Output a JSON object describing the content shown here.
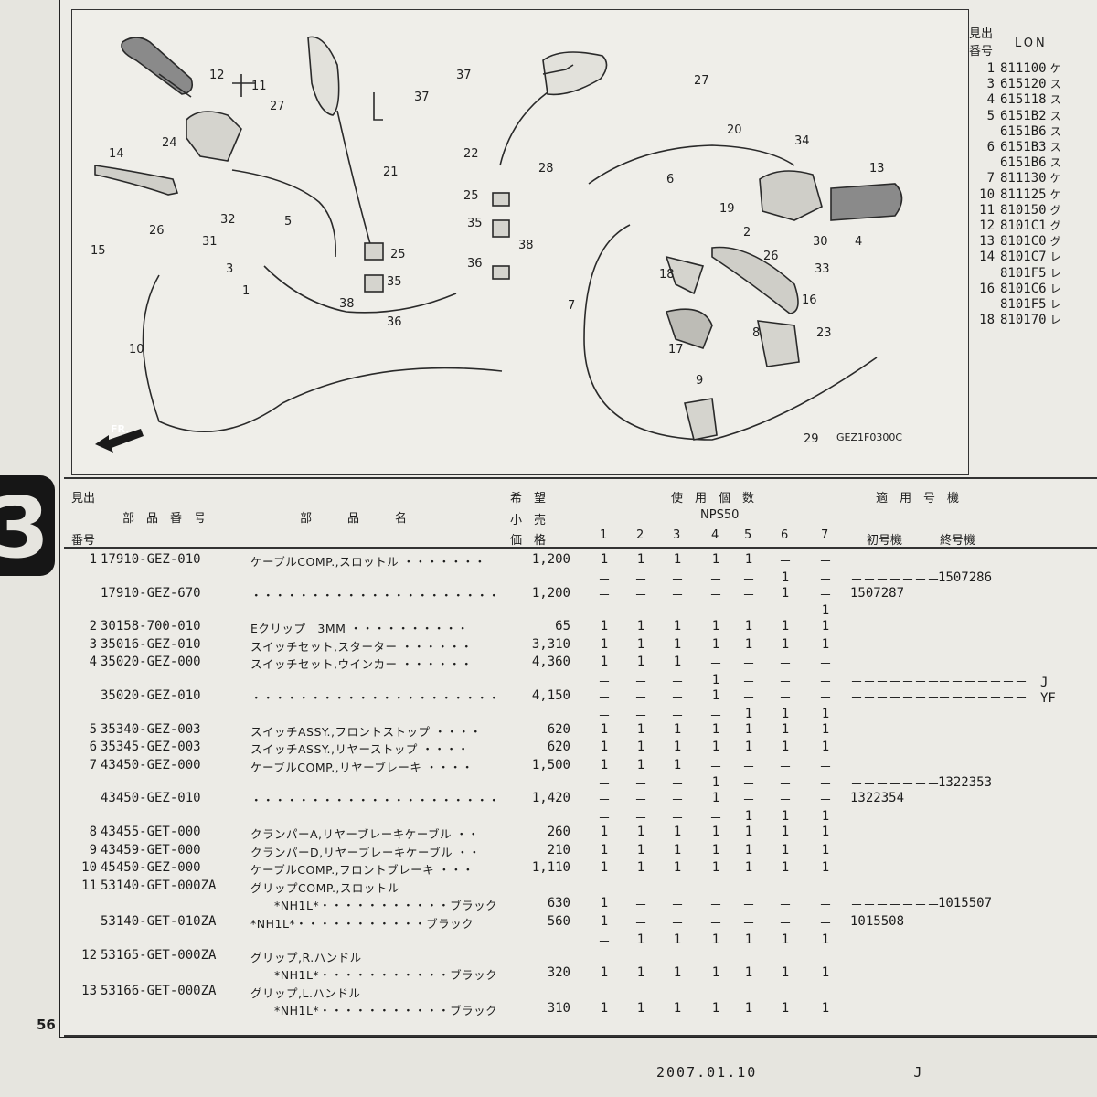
{
  "page": {
    "number": "56",
    "date": "2007.01.10",
    "date_suffix": "J",
    "tab": "3",
    "figure_code": "GEZ1F0300C",
    "front_marker": "FR."
  },
  "callouts": [
    "12",
    "11",
    "27",
    "37",
    "37",
    "27",
    "21",
    "24",
    "14",
    "22",
    "6",
    "13",
    "20",
    "34",
    "28",
    "25",
    "19",
    "2",
    "30",
    "4",
    "33",
    "26",
    "26",
    "35",
    "38",
    "36",
    "32",
    "31",
    "5",
    "3",
    "15",
    "1",
    "25",
    "35",
    "38",
    "36",
    "10",
    "7",
    "18",
    "16",
    "17",
    "8",
    "23",
    "9",
    "29"
  ],
  "side_panel": {
    "head_line1": "見出",
    "head_line2": "番号",
    "col": "LON",
    "rows": [
      {
        "n": "1",
        "code": "811100",
        "k": "ケ"
      },
      {
        "n": "3",
        "code": "615120",
        "k": "ス"
      },
      {
        "n": "4",
        "code": "615118",
        "k": "ス"
      },
      {
        "n": "5",
        "code": "6151B2",
        "k": "ス"
      },
      {
        "n": "",
        "code": "6151B6",
        "k": "ス"
      },
      {
        "n": "6",
        "code": "6151B3",
        "k": "ス"
      },
      {
        "n": "",
        "code": "6151B6",
        "k": "ス"
      },
      {
        "n": "7",
        "code": "811130",
        "k": "ケ"
      },
      {
        "n": "10",
        "code": "811125",
        "k": "ケ"
      },
      {
        "n": "11",
        "code": "810150",
        "k": "グ"
      },
      {
        "n": "12",
        "code": "8101C1",
        "k": "グ"
      },
      {
        "n": "13",
        "code": "8101C0",
        "k": "グ"
      },
      {
        "n": "14",
        "code": "8101C7",
        "k": "レ"
      },
      {
        "n": "",
        "code": "8101F5",
        "k": "レ"
      },
      {
        "n": "16",
        "code": "8101C6",
        "k": "レ"
      },
      {
        "n": "",
        "code": "8101F5",
        "k": "レ"
      },
      {
        "n": "18",
        "code": "810170",
        "k": "レ"
      }
    ]
  },
  "table_header": {
    "midashi": "見出",
    "bango": "番号",
    "part_no": "部　品　番　号",
    "part_name": "部　　　品　　　名",
    "kibou": "希　望",
    "kouri": "小　売",
    "kakaku": "価　格",
    "usage": "使　用　個　数",
    "model": "NPS50",
    "qty_cols": [
      "1",
      "2",
      "3",
      "4",
      "5",
      "6",
      "7"
    ],
    "applicable": "適　用　号　機",
    "first": "初号機",
    "last": "終号機"
  },
  "rows": [
    {
      "num": "1",
      "part": "17910-GEZ-010",
      "name": "ケーブルCOMP.,スロットル ・・・・・・・",
      "price": "1,200",
      "q": [
        "1",
        "1",
        "1",
        "1",
        "1",
        "－",
        "－"
      ]
    },
    {
      "num": "",
      "part": "",
      "name": "",
      "price": "",
      "q": [
        "－",
        "－",
        "－",
        "－",
        "－",
        "1",
        "－"
      ],
      "first": "－－－－－－－",
      "last": "1507286"
    },
    {
      "num": "",
      "part": "17910-GEZ-670",
      "name": "・・・・・・・・・・・・・・・・・・・・・",
      "price": "1,200",
      "q": [
        "－",
        "－",
        "－",
        "－",
        "－",
        "1",
        "－"
      ],
      "first": "1507287",
      "last": ""
    },
    {
      "num": "",
      "part": "",
      "name": "",
      "price": "",
      "q": [
        "－",
        "－",
        "－",
        "－",
        "－",
        "－",
        "1"
      ]
    },
    {
      "num": "2",
      "part": "30158-700-010",
      "name": "Eクリップ　3MM ・・・・・・・・・・",
      "price": "65",
      "q": [
        "1",
        "1",
        "1",
        "1",
        "1",
        "1",
        "1"
      ]
    },
    {
      "num": "3",
      "part": "35016-GEZ-010",
      "name": "スイッチセット,スターター ・・・・・・",
      "price": "3,310",
      "q": [
        "1",
        "1",
        "1",
        "1",
        "1",
        "1",
        "1"
      ]
    },
    {
      "num": "4",
      "part": "35020-GEZ-000",
      "name": "スイッチセット,ウインカー ・・・・・・",
      "price": "4,360",
      "q": [
        "1",
        "1",
        "1",
        "－",
        "－",
        "－",
        "－"
      ]
    },
    {
      "num": "",
      "part": "",
      "name": "",
      "price": "",
      "q": [
        "－",
        "－",
        "－",
        "1",
        "－",
        "－",
        "－"
      ],
      "first": "－－－－－－－",
      "last": "－－－－－－－　J"
    },
    {
      "num": "",
      "part": "35020-GEZ-010",
      "name": "・・・・・・・・・・・・・・・・・・・・・",
      "price": "4,150",
      "q": [
        "－",
        "－",
        "－",
        "1",
        "－",
        "－",
        "－"
      ],
      "first": "－－－－－－－",
      "last": "－－－－－－－　YF"
    },
    {
      "num": "",
      "part": "",
      "name": "",
      "price": "",
      "q": [
        "－",
        "－",
        "－",
        "－",
        "1",
        "1",
        "1"
      ]
    },
    {
      "num": "5",
      "part": "35340-GEZ-003",
      "name": "スイッチASSY.,フロントストップ ・・・・",
      "price": "620",
      "q": [
        "1",
        "1",
        "1",
        "1",
        "1",
        "1",
        "1"
      ]
    },
    {
      "num": "6",
      "part": "35345-GEZ-003",
      "name": "スイッチASSY.,リヤーストップ ・・・・",
      "price": "620",
      "q": [
        "1",
        "1",
        "1",
        "1",
        "1",
        "1",
        "1"
      ]
    },
    {
      "num": "7",
      "part": "43450-GEZ-000",
      "name": "ケーブルCOMP.,リヤーブレーキ ・・・・",
      "price": "1,500",
      "q": [
        "1",
        "1",
        "1",
        "－",
        "－",
        "－",
        "－"
      ]
    },
    {
      "num": "",
      "part": "",
      "name": "",
      "price": "",
      "q": [
        "－",
        "－",
        "－",
        "1",
        "－",
        "－",
        "－"
      ],
      "first": "－－－－－－－",
      "last": "1322353"
    },
    {
      "num": "",
      "part": "43450-GEZ-010",
      "name": "・・・・・・・・・・・・・・・・・・・・・",
      "price": "1,420",
      "q": [
        "－",
        "－",
        "－",
        "1",
        "－",
        "－",
        "－"
      ],
      "first": "1322354",
      "last": ""
    },
    {
      "num": "",
      "part": "",
      "name": "",
      "price": "",
      "q": [
        "－",
        "－",
        "－",
        "－",
        "1",
        "1",
        "1"
      ]
    },
    {
      "num": "8",
      "part": "43455-GET-000",
      "name": "クランパーA,リヤーブレーキケーブル ・・",
      "price": "260",
      "q": [
        "1",
        "1",
        "1",
        "1",
        "1",
        "1",
        "1"
      ]
    },
    {
      "num": "9",
      "part": "43459-GET-000",
      "name": "クランパーD,リヤーブレーキケーブル ・・",
      "price": "210",
      "q": [
        "1",
        "1",
        "1",
        "1",
        "1",
        "1",
        "1"
      ]
    },
    {
      "num": "10",
      "part": "45450-GEZ-000",
      "name": "ケーブルCOMP.,フロントブレーキ ・・・",
      "price": "1,110",
      "q": [
        "1",
        "1",
        "1",
        "1",
        "1",
        "1",
        "1"
      ]
    },
    {
      "num": "11",
      "part": "53140-GET-000ZA",
      "name": "グリップCOMP.,スロットル",
      "price": "",
      "q": [
        "",
        "",
        "",
        "",
        "",
        "",
        ""
      ]
    },
    {
      "num": "",
      "part": "",
      "name": "　　*NH1L*・・・・・・・・・・・ブラック",
      "price": "630",
      "q": [
        "1",
        "－",
        "－",
        "－",
        "－",
        "－",
        "－"
      ],
      "first": "－－－－－－－",
      "last": "1015507"
    },
    {
      "num": "",
      "part": "53140-GET-010ZA",
      "name": "*NH1L*・・・・・・・・・・・ブラック",
      "price": "560",
      "q": [
        "1",
        "－",
        "－",
        "－",
        "－",
        "－",
        "－"
      ],
      "first": "1015508",
      "last": ""
    },
    {
      "num": "",
      "part": "",
      "name": "",
      "price": "",
      "q": [
        "－",
        "1",
        "1",
        "1",
        "1",
        "1",
        "1"
      ]
    },
    {
      "num": "12",
      "part": "53165-GET-000ZA",
      "name": "グリップ,R.ハンドル",
      "price": "",
      "q": [
        "",
        "",
        "",
        "",
        "",
        "",
        ""
      ]
    },
    {
      "num": "",
      "part": "",
      "name": "　　*NH1L*・・・・・・・・・・・ブラック",
      "price": "320",
      "q": [
        "1",
        "1",
        "1",
        "1",
        "1",
        "1",
        "1"
      ]
    },
    {
      "num": "13",
      "part": "53166-GET-000ZA",
      "name": "グリップ,L.ハンドル",
      "price": "",
      "q": [
        "",
        "",
        "",
        "",
        "",
        "",
        ""
      ]
    },
    {
      "num": "",
      "part": "",
      "name": "　　*NH1L*・・・・・・・・・・・ブラック",
      "price": "310",
      "q": [
        "1",
        "1",
        "1",
        "1",
        "1",
        "1",
        "1"
      ]
    }
  ]
}
